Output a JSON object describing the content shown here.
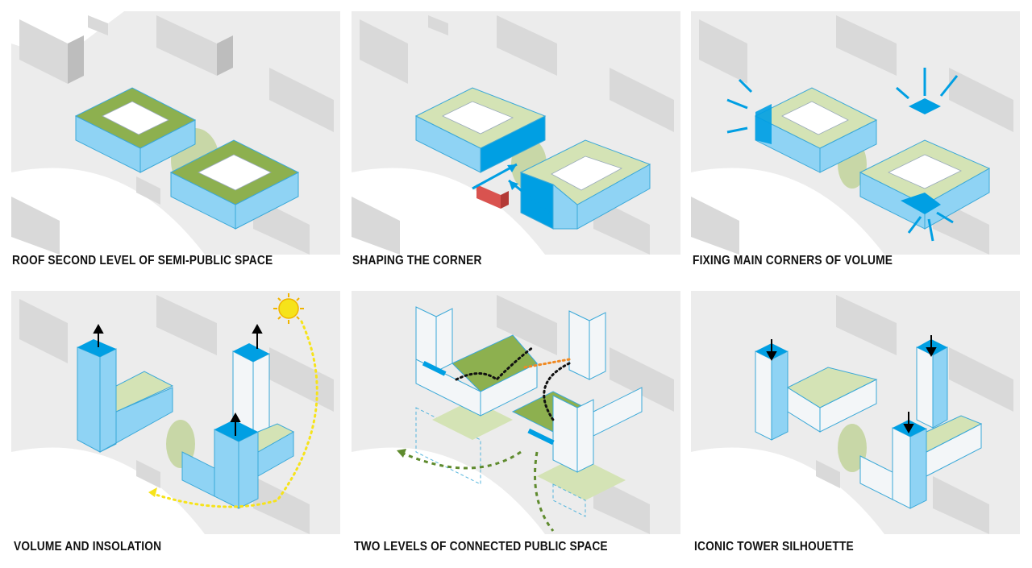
{
  "panels": [
    {
      "caption": "ROOF SECOND LEVEL OF SEMI-PUBLIC SPACE"
    },
    {
      "caption": "SHAPING THE CORNER"
    },
    {
      "caption": "FIXING MAIN CORNERS OF VOLUME"
    },
    {
      "caption": "VOLUME AND INSOLATION"
    },
    {
      "caption": "TWO LEVELS OF CONNECTED PUBLIC SPACE"
    },
    {
      "caption": "ICONIC TOWER SILHOUETTE"
    }
  ],
  "colors": {
    "context_building": "#d9d9d9",
    "context_shadow": "#bdbdbd",
    "road": "#ececec",
    "facade_blue": "#8fd3f4",
    "accent_blue": "#009fe3",
    "roof_green": "#8db04f",
    "roof_green_light": "#d4e3b5",
    "tree_green": "#c2d49b",
    "corner_red": "#d9534f",
    "sun_yellow": "#f6e31a",
    "path_orange": "#f08a24",
    "path_green": "#5f8b2e",
    "white_mass": "#f3f6f8"
  },
  "icons": [
    "sun-icon",
    "arrow-up-icon",
    "arrow-down-icon",
    "dotted-path-arrow-icon"
  ]
}
